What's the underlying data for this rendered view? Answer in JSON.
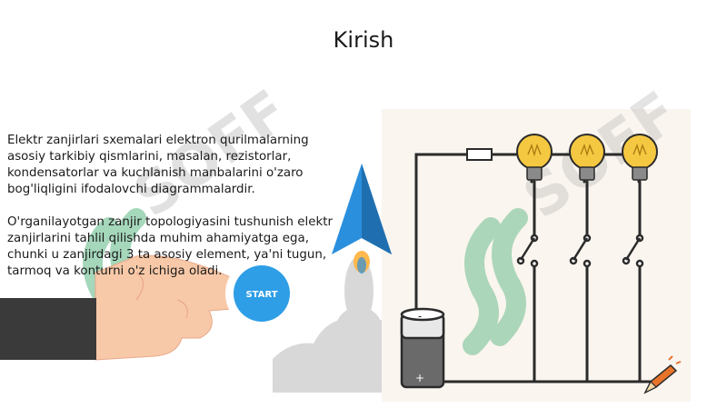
{
  "slide": {
    "title": "Kirish",
    "paragraphs": [
      "Elektr zanjirlari sxemalari elektron qurilmalarning asosiy tarkibiy qismlarini, masalan, rezistorlar, kondensatorlar va kuchlanish manbalarini o'zaro bog'liqligini ifodalovchi diagrammalardir.",
      "O'rganilayotgan zanjir topologiyasini tushunish elektr zanjirlarini tahlil qilishda muhim ahamiyatga ega, chunki u zanjirdagi 3 ta asosiy element, ya'ni tugun, tarmoq va konturni o'z ichiga oladi."
    ]
  },
  "start_button": {
    "label": "START"
  },
  "watermark": {
    "text": "SOFF"
  },
  "battery": {
    "minus": "-",
    "plus": "+"
  },
  "colors": {
    "start_blue": "#2e9ee6",
    "rocket_blue": "#2a8fdc",
    "bulb_yellow": "#f5c842",
    "watermark_green": "#3aa86b",
    "watermark_gray": "#bdbdbd",
    "wire": "#2b2b2b",
    "skin": "#f8c9a8",
    "pencil_orange": "#e8742c"
  },
  "icons": [
    "rocket-icon",
    "hand-icon",
    "bulb-icon",
    "switch-icon",
    "resistor-icon",
    "battery-icon",
    "pencil-icon"
  ]
}
